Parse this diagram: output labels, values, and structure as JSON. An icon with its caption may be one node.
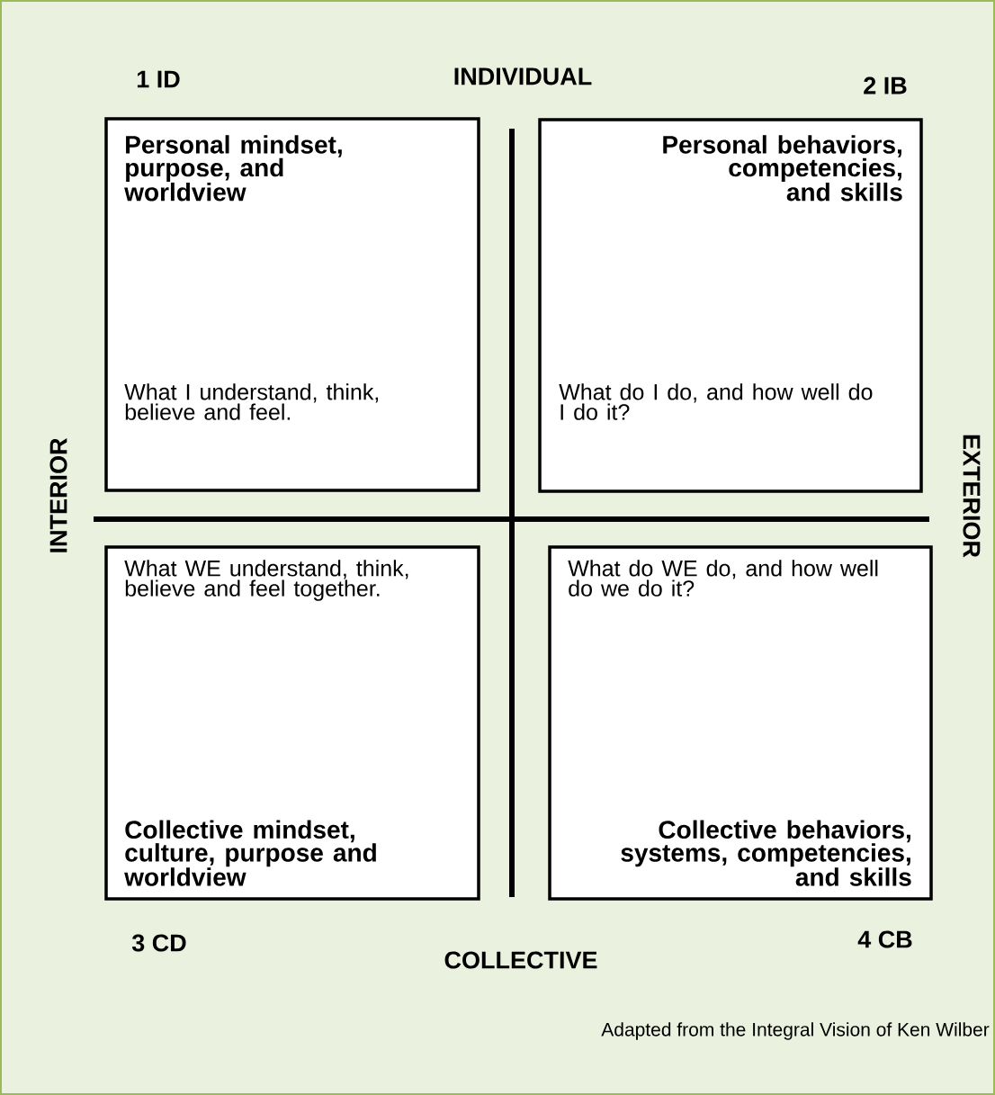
{
  "diagram": {
    "nodes": [
      {
        "text": [
          "Personal mindset, purpose, and worldview",
          "What I understand, think, believe and feel."
        ]
      },
      {
        "text": [
          "Personal behaviors, competencies, and skills",
          "What do I do, and how well do I do it?"
        ]
      },
      {
        "text": [
          "What WE understand, think, believe and feel together.",
          "Collective mindset, culture, purpose and worldview"
        ]
      },
      {
        "text": [
          "What do WE do, and how well do we do it?",
          "Collective behaviors, systems, competencies, and skills"
        ]
      }
    ],
    "labels": [
      "1 ID",
      "INDIVIDUAL",
      "2 IB",
      "INTERIOR",
      "EXTERIOR",
      "3 CD",
      "COLLECTIVE",
      "4 CB"
    ],
    "caption": "Adapted from the Integral Vision of Ken Wilber"
  }
}
